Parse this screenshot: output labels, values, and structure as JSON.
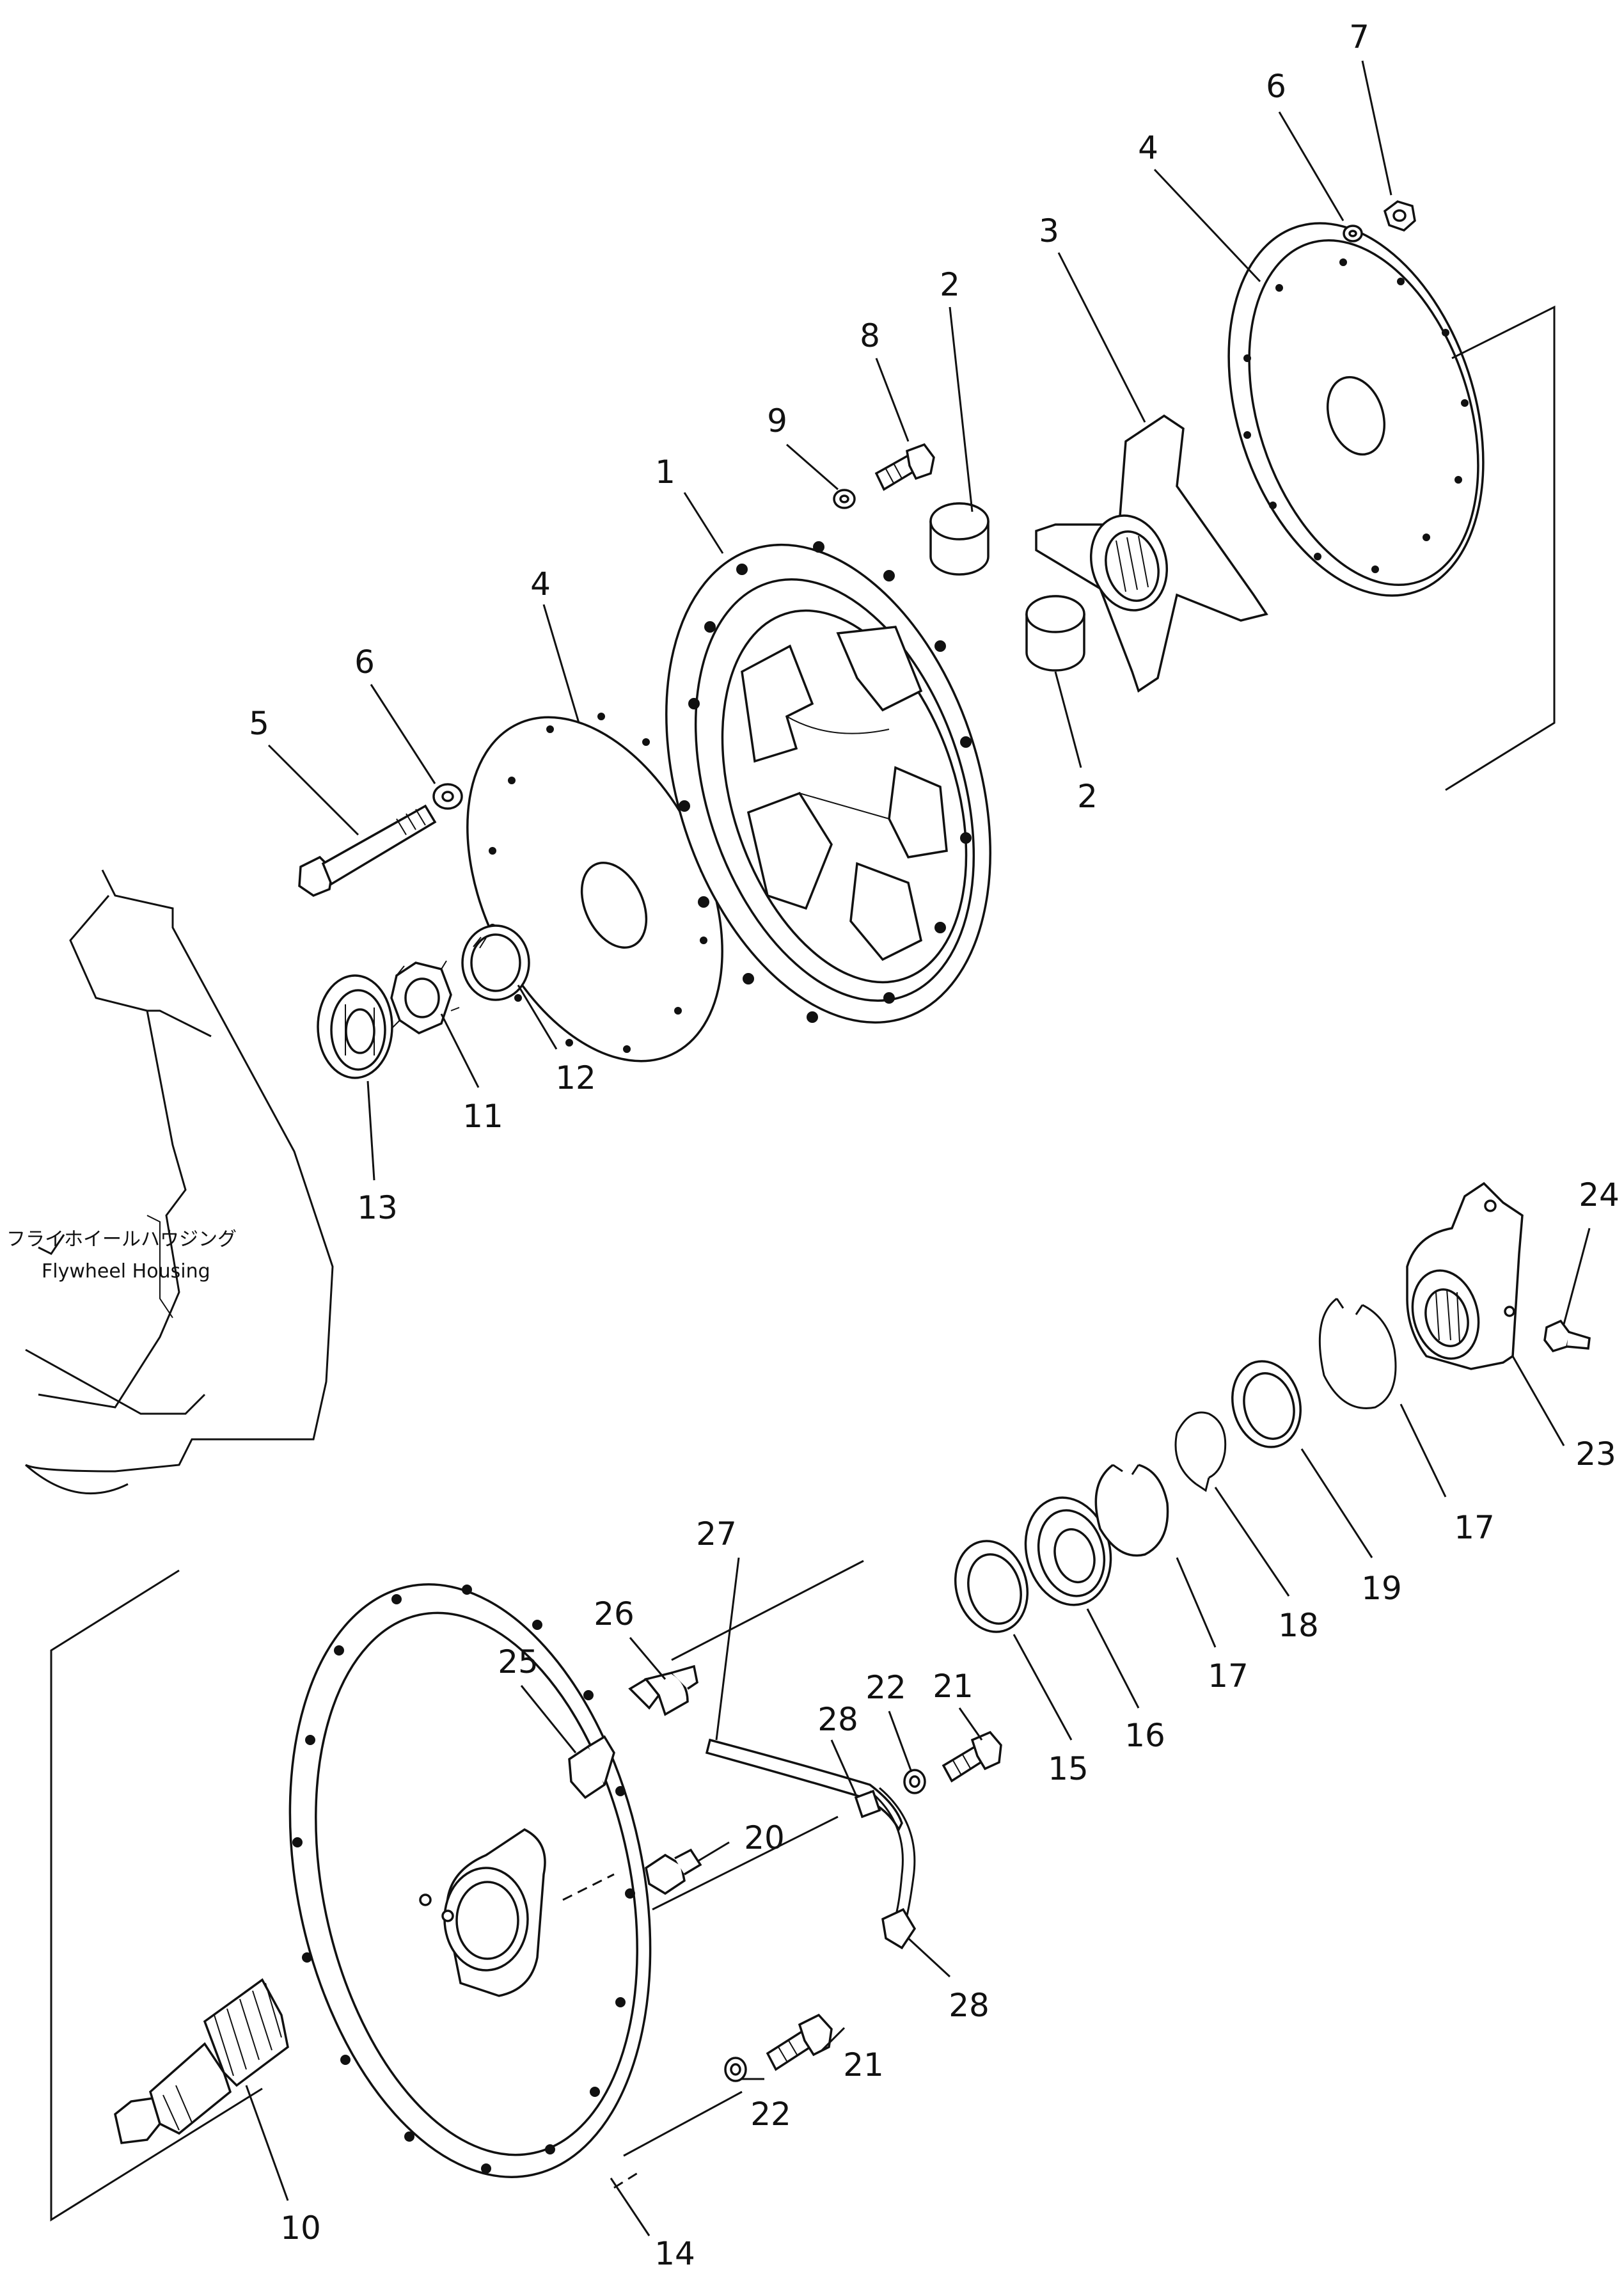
{
  "housing_label_jp": "フライホイールハウジング",
  "housing_label_en": "Flywheel Housing",
  "callouts": [
    {
      "label": "1"
    },
    {
      "label": "2"
    },
    {
      "label": "2"
    },
    {
      "label": "3"
    },
    {
      "label": "4"
    },
    {
      "label": "4"
    },
    {
      "label": "5"
    },
    {
      "label": "6"
    },
    {
      "label": "6"
    },
    {
      "label": "7"
    },
    {
      "label": "8"
    },
    {
      "label": "9"
    },
    {
      "label": "10"
    },
    {
      "label": "11"
    },
    {
      "label": "12"
    },
    {
      "label": "13"
    },
    {
      "label": "14"
    },
    {
      "label": "15"
    },
    {
      "label": "16"
    },
    {
      "label": "17"
    },
    {
      "label": "17"
    },
    {
      "label": "18"
    },
    {
      "label": "19"
    },
    {
      "label": "20"
    },
    {
      "label": "21"
    },
    {
      "label": "21"
    },
    {
      "label": "22"
    },
    {
      "label": "22"
    },
    {
      "label": "23"
    },
    {
      "label": "24"
    },
    {
      "label": "25"
    },
    {
      "label": "26"
    },
    {
      "label": "27"
    },
    {
      "label": "28"
    },
    {
      "label": "28"
    }
  ]
}
